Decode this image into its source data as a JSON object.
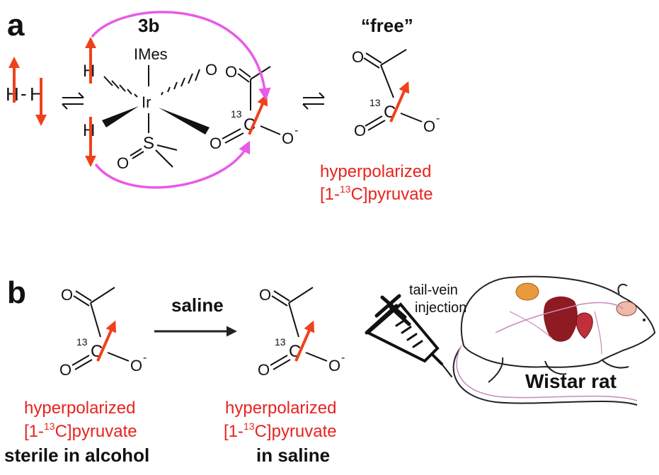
{
  "panel_a": {
    "label": "a",
    "complex_label": "3b",
    "free_label": "“free”",
    "h2": {
      "left": "H",
      "dash": "-",
      "right": "H"
    },
    "ligands": {
      "imes": "IMes",
      "metal": "Ir",
      "hydride1": "H",
      "hydride2": "H",
      "sulfur": "S",
      "oxygen_s": "O"
    },
    "complex_pyruvate": {
      "o_top": "O",
      "iso": "13",
      "carbon": "C",
      "o_bottom": "O",
      "o_minus": "O",
      "charge": "-"
    },
    "free_pyruvate": {
      "o_top": "O",
      "iso": "13",
      "carbon": "C",
      "o_bottom": "O",
      "o_minus": "O",
      "charge": "-"
    },
    "caption_line1": "hyperpolarized",
    "caption_line2_pre": "[1-",
    "caption_line2_iso": "13",
    "caption_line2_post": "C]pyruvate"
  },
  "panel_b": {
    "label": "b",
    "reaction_label": "saline",
    "left_pyruvate": {
      "o_top": "O",
      "iso": "13",
      "carbon": "C",
      "o_bottom": "O",
      "o_minus": "O",
      "charge": "-"
    },
    "right_pyruvate": {
      "o_top": "O",
      "iso": "13",
      "carbon": "C",
      "o_bottom": "O",
      "o_minus": "O",
      "charge": "-"
    },
    "left_caption_line1": "hyperpolarized",
    "left_caption_line2_pre": "[1-",
    "left_caption_line2_iso": "13",
    "left_caption_line2_post": "C]pyruvate",
    "left_caption_line3": "sterile in alcohol",
    "right_caption_line1": "hyperpolarized",
    "right_caption_line2_pre": "[1-",
    "right_caption_line2_iso": "13",
    "right_caption_line2_post": "C]pyruvate",
    "right_caption_line3": "in saline",
    "injection_label_line1": "tail-vein",
    "injection_label_line2": "injection",
    "animal_label": "Wistar rat"
  },
  "colors": {
    "hyperpolarized_red": "#e8231f",
    "spin_arrow": "#f0401c",
    "exchange_magenta": "#e85ae8",
    "ink": "#111111",
    "organ_orange": "#e89a3c",
    "organ_dark_red": "#8e1a22",
    "vessel_pink": "#c88ab8"
  }
}
